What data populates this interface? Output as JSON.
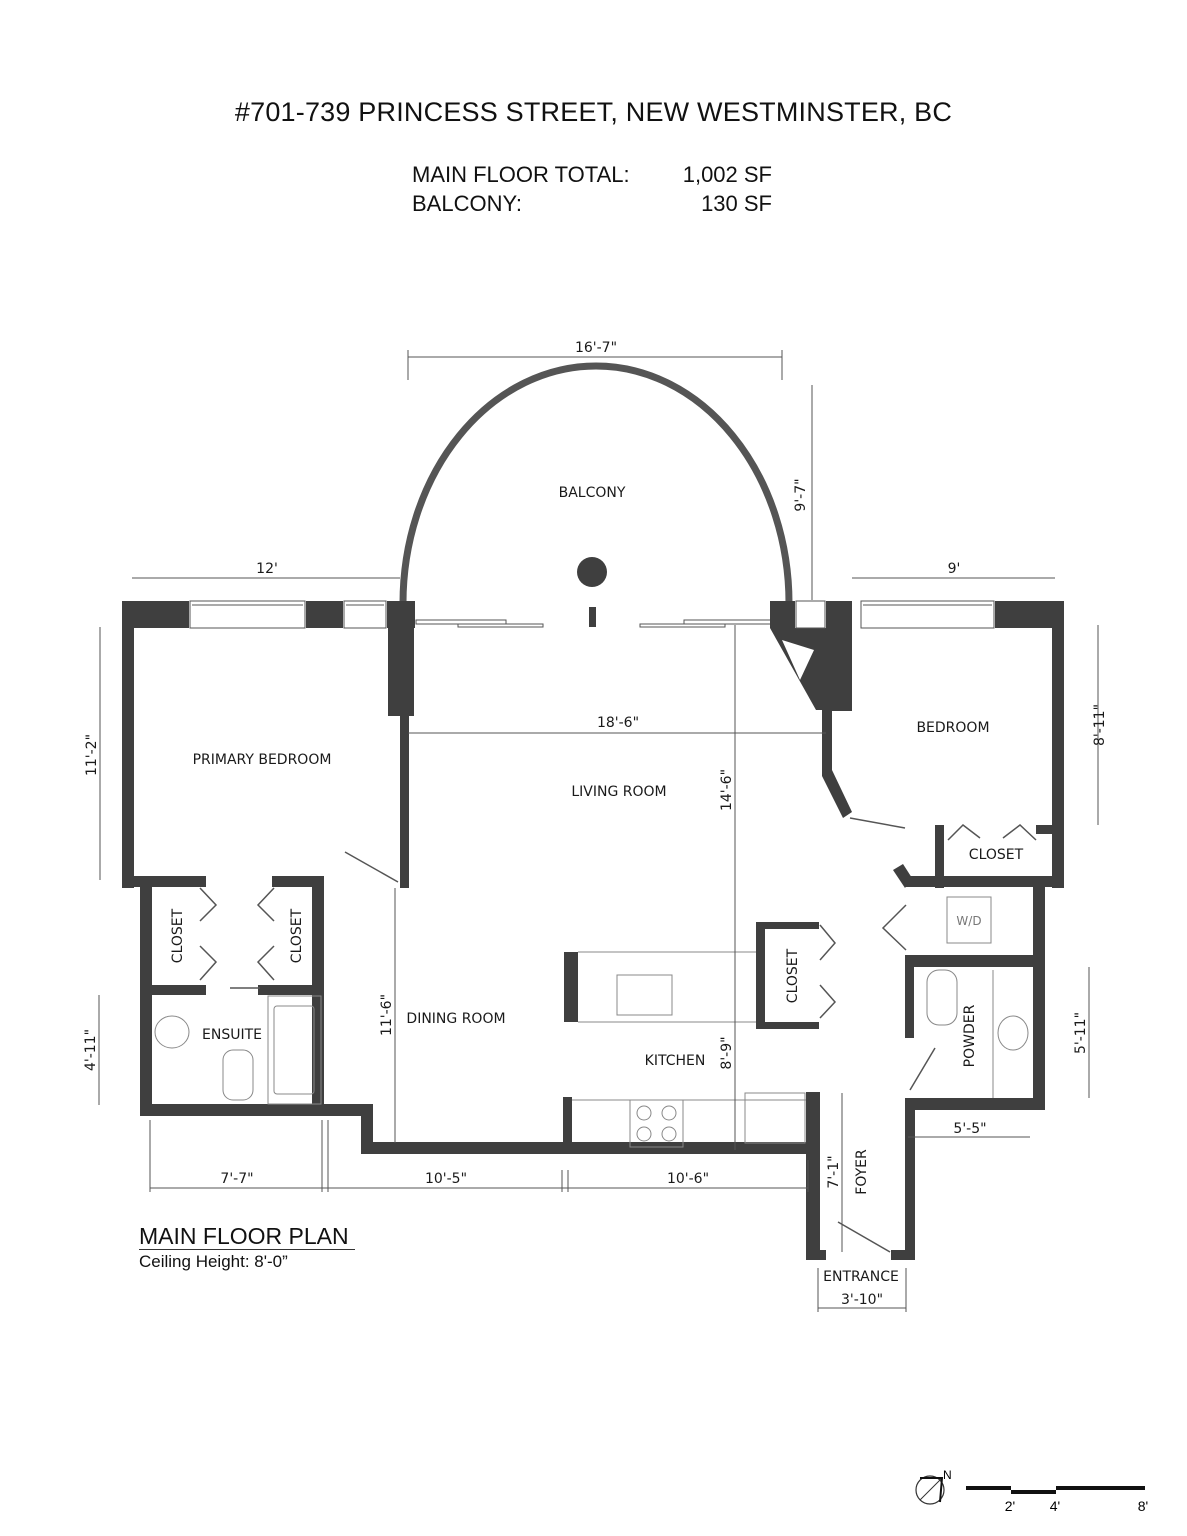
{
  "header": {
    "address": "#701-739 PRINCESS STREET, NEW WESTMINSTER, BC",
    "areas": [
      {
        "label": "MAIN FLOOR TOTAL:",
        "value": "1,002 SF"
      },
      {
        "label": "BALCONY:",
        "value": "130 SF"
      }
    ]
  },
  "rooms": {
    "balcony": "BALCONY",
    "primary_bedroom": "PRIMARY BEDROOM",
    "living_room": "LIVING ROOM",
    "bedroom": "BEDROOM",
    "closet_bedroom": "CLOSET",
    "closet_left": "CLOSET",
    "closet_right": "CLOSET",
    "ensuite": "ENSUITE",
    "dining_room": "DINING ROOM",
    "kitchen": "KITCHEN",
    "closet_kitchen": "CLOSET",
    "wd": "W/D",
    "powder": "POWDER",
    "foyer": "FOYER",
    "entrance": "ENTRANCE"
  },
  "dimensions": {
    "balcony_width": "16'-7\"",
    "balcony_depth": "9'-7\"",
    "primary_width": "12'",
    "primary_depth": "11'-2\"",
    "bedroom_width": "9'",
    "bedroom_depth": "8'-11\"",
    "living_width": "18'-6\"",
    "living_depth": "14'-6\"",
    "dining_depth": "11'-6\"",
    "ensuite_depth": "4'-11\"",
    "kitchen_depth": "8'-9\"",
    "powder_depth": "5'-11\"",
    "powder_width": "5'-5\"",
    "foyer_depth": "7'-1\"",
    "entrance_width": "3'-10\"",
    "bottom_1": "7'-7\"",
    "bottom_2": "10'-5\"",
    "bottom_3": "10'-6\""
  },
  "footer": {
    "plan_title": "MAIN FLOOR PLAN",
    "ceiling": "Ceiling Height: 8'-0”",
    "north": "N",
    "scale": [
      "2'",
      "4'",
      "8'"
    ]
  },
  "colors": {
    "wall": "#3f3f3f",
    "line": "#555555"
  }
}
